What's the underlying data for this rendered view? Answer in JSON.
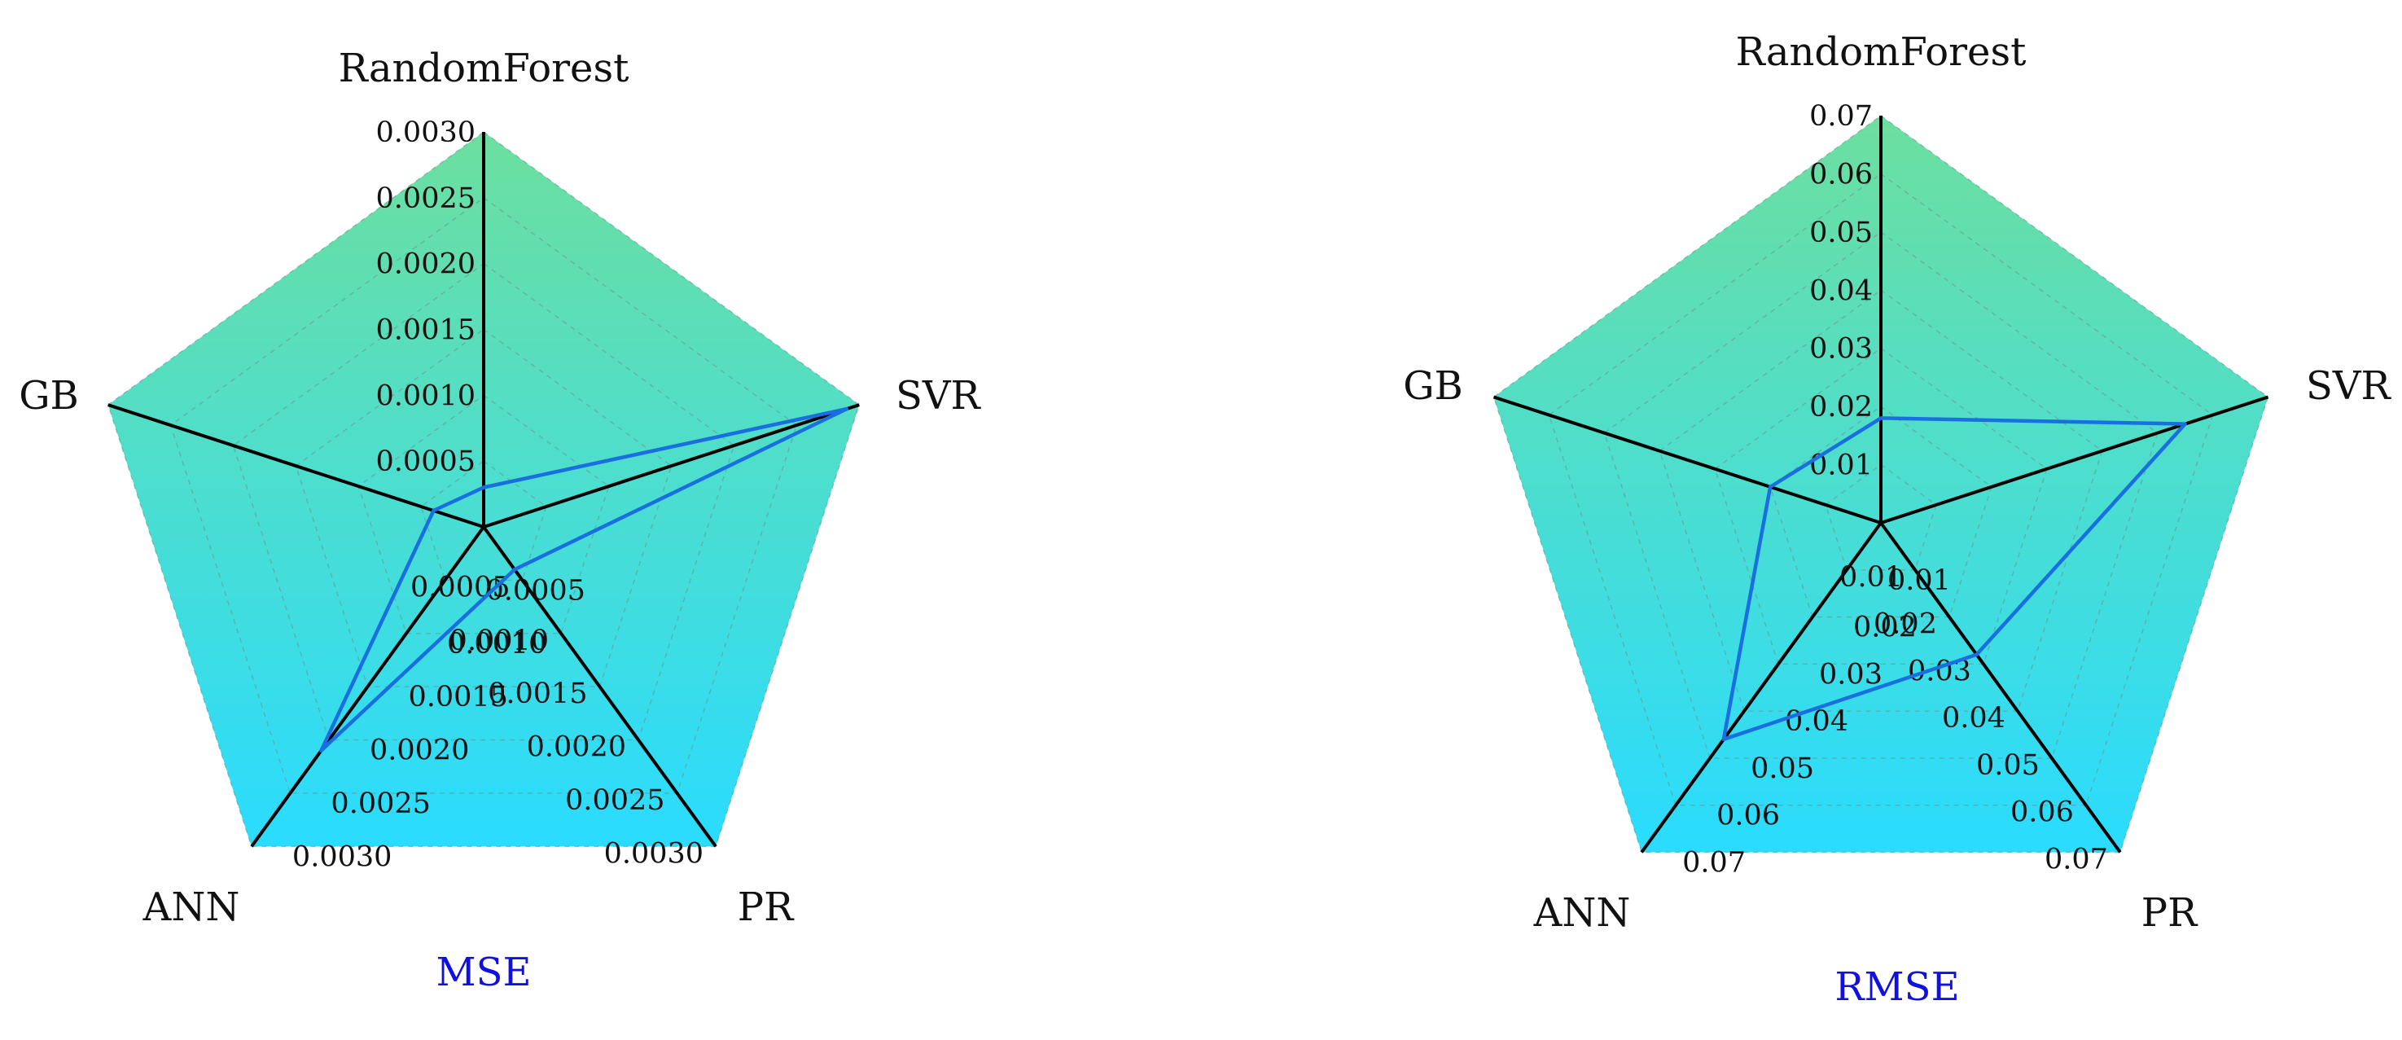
{
  "colors": {
    "fill_top": "#6ddf9f",
    "fill_bottom": "#2adcff",
    "series": "#1a6fe0",
    "title": "#1010e0"
  },
  "chart_data": [
    {
      "type": "radar",
      "title": "MSE",
      "axes": [
        "RandomForest",
        "SVR",
        "PR",
        "ANN",
        "GB"
      ],
      "range": [
        0,
        0.003
      ],
      "ticks": [
        "0.0005",
        "0.0010",
        "0.0015",
        "0.0020",
        "0.0025",
        "0.0030"
      ],
      "tick_values": [
        0.0005,
        0.001,
        0.0015,
        0.002,
        0.0025,
        0.003
      ],
      "tick_axes": [
        0,
        2,
        3
      ],
      "series": [
        {
          "values": [
            0.0003,
            0.0029,
            0.0004,
            0.0021,
            0.0004
          ]
        }
      ]
    },
    {
      "type": "radar",
      "title": "RMSE",
      "axes": [
        "RandomForest",
        "SVR",
        "PR",
        "ANN",
        "GB"
      ],
      "range": [
        0,
        0.07
      ],
      "ticks": [
        "0.01",
        "0.02",
        "0.03",
        "0.04",
        "0.05",
        "0.06",
        "0.07"
      ],
      "tick_values": [
        0.01,
        0.02,
        0.03,
        0.04,
        0.05,
        0.06,
        0.07
      ],
      "tick_axes": [
        0,
        2,
        3
      ],
      "series": [
        {
          "values": [
            0.018,
            0.055,
            0.028,
            0.046,
            0.02
          ]
        }
      ]
    }
  ]
}
